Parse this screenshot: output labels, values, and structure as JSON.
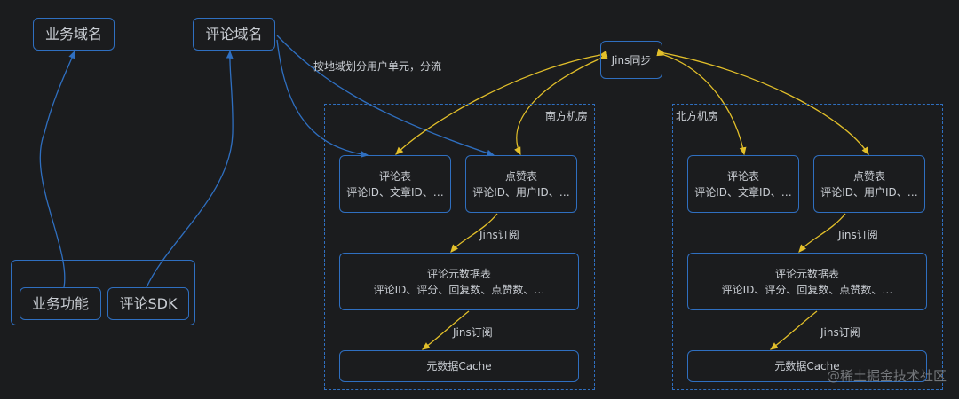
{
  "nodes": {
    "biz_domain": "业务域名",
    "comment_domain": "评论域名",
    "biz_feature": "业务功能",
    "comment_sdk": "评论SDK",
    "jins_sync": "Jins同步"
  },
  "edge_labels": {
    "route": "按地域划分用户单元，分流",
    "subscribe": "Jins订阅"
  },
  "zones": [
    {
      "name": "南方机房",
      "comment_table": {
        "title": "评论表",
        "fields": "评论ID、文章ID、…"
      },
      "like_table": {
        "title": "点赞表",
        "fields": "评论ID、用户ID、…"
      },
      "meta_table": {
        "title": "评论元数据表",
        "fields": "评论ID、评分、回复数、点赞数、…"
      },
      "cache": "元数据Cache"
    },
    {
      "name": "北方机房",
      "comment_table": {
        "title": "评论表",
        "fields": "评论ID、文章ID、…"
      },
      "like_table": {
        "title": "点赞表",
        "fields": "评论ID、用户ID、…"
      },
      "meta_table": {
        "title": "评论元数据表",
        "fields": "评论ID、评分、回复数、点赞数、…"
      },
      "cache": "元数据Cache"
    }
  ],
  "watermark": "@稀土掘金技术社区",
  "colors": {
    "background": "#1b1c1e",
    "blue": "#2f6fc0",
    "yellow": "#e2bf2a",
    "text": "#c9cdd3"
  }
}
